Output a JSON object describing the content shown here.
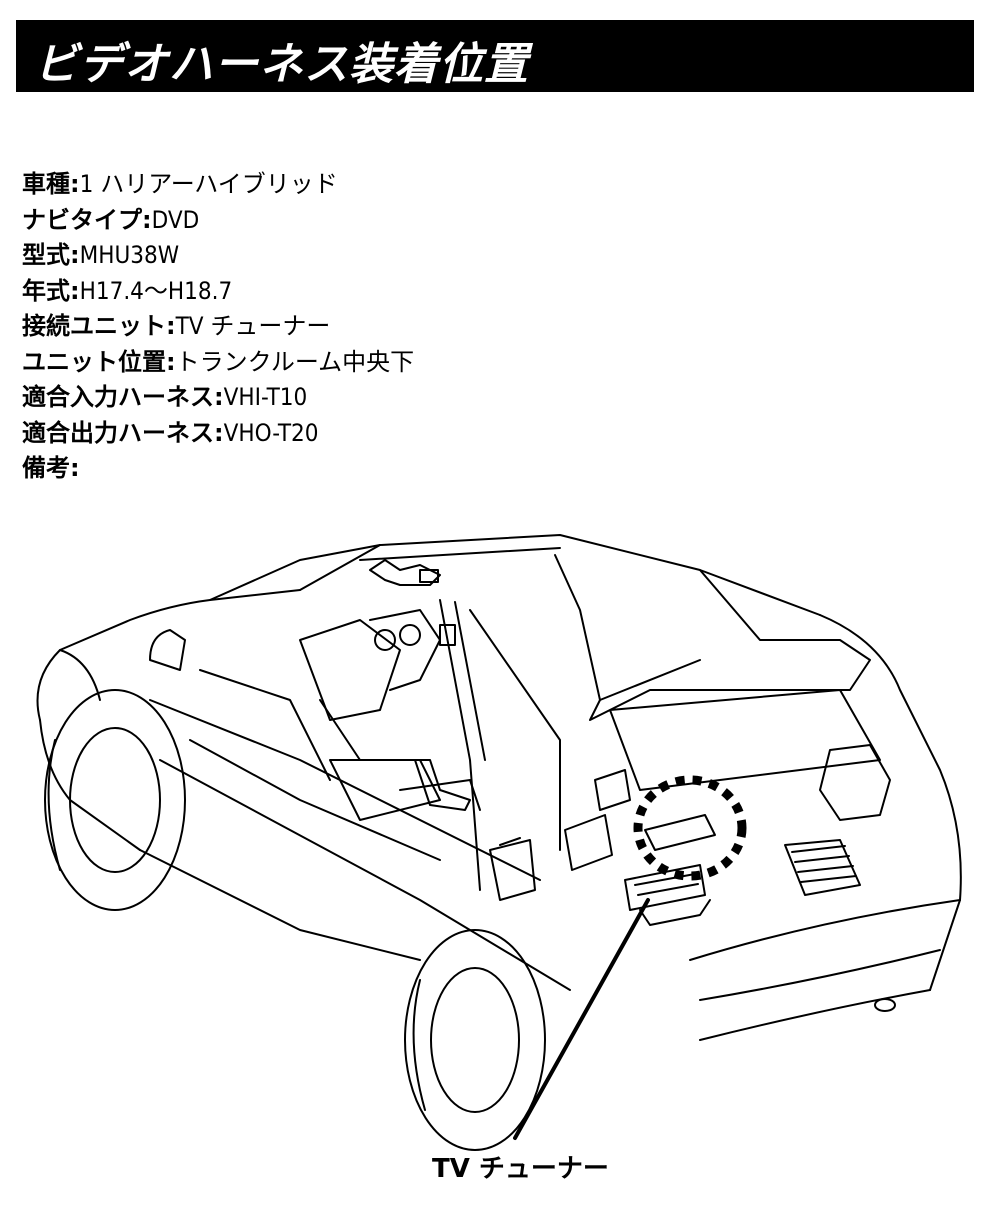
{
  "header": {
    "title": "ビデオハーネス装着位置"
  },
  "specs": [
    {
      "label": "車種",
      "sep": ":",
      "value": "1 ハリアーハイブリッド"
    },
    {
      "label": "ナビタイプ",
      "sep": ":",
      "value": "DVD"
    },
    {
      "label": "型式",
      "sep": ":",
      "value": "MHU38W"
    },
    {
      "label": "年式",
      "sep": ":",
      "value": "H17.4〜H18.7"
    },
    {
      "label": "接続ユニット",
      "sep": ":",
      "value": "TV チューナー"
    },
    {
      "label": "ユニット位置",
      "sep": ":",
      "value": "トランクルーム中央下"
    },
    {
      "label": "適合入力ハーネス",
      "sep": ":",
      "value": "VHI-T10"
    },
    {
      "label": "適合出力ハーネス",
      "sep": ":",
      "value": "VHO-T20"
    },
    {
      "label": "備考",
      "sep": ":",
      "value": ""
    }
  ],
  "diagram": {
    "callout_label": "TV チューナー",
    "icon": "car-line-drawing"
  }
}
